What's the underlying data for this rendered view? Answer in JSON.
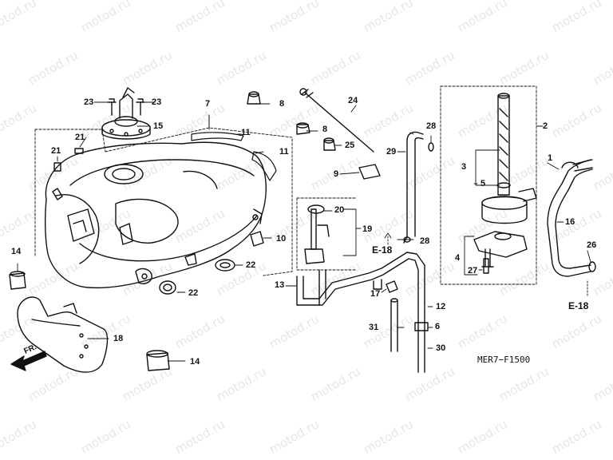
{
  "watermark": "motod.ru",
  "diagram_code": "MER7−F1500",
  "ref_labels": [
    "E-18",
    "E-18"
  ],
  "direction_label": "FR.",
  "callouts": {
    "c1": "1",
    "c2": "2",
    "c3": "3",
    "c4": "4",
    "c5": "5",
    "c6": "6",
    "c7": "7",
    "c8a": "8",
    "c8b": "8",
    "c10": "10",
    "c11a": "11",
    "c11b": "11",
    "c12": "12",
    "c13": "13",
    "c14a": "14",
    "c14b": "14",
    "c15": "15",
    "c16": "16",
    "c17": "17",
    "c18": "18",
    "c19": "19",
    "c20": "20",
    "c21a": "21",
    "c21b": "21",
    "c22a": "22",
    "c22b": "22",
    "c23a": "23",
    "c23b": "23",
    "c24": "24",
    "c25": "25",
    "c26": "26",
    "c27": "27",
    "c28a": "28",
    "c28b": "28",
    "c29": "29",
    "c30": "30",
    "c31": "31",
    "c9": "9"
  }
}
